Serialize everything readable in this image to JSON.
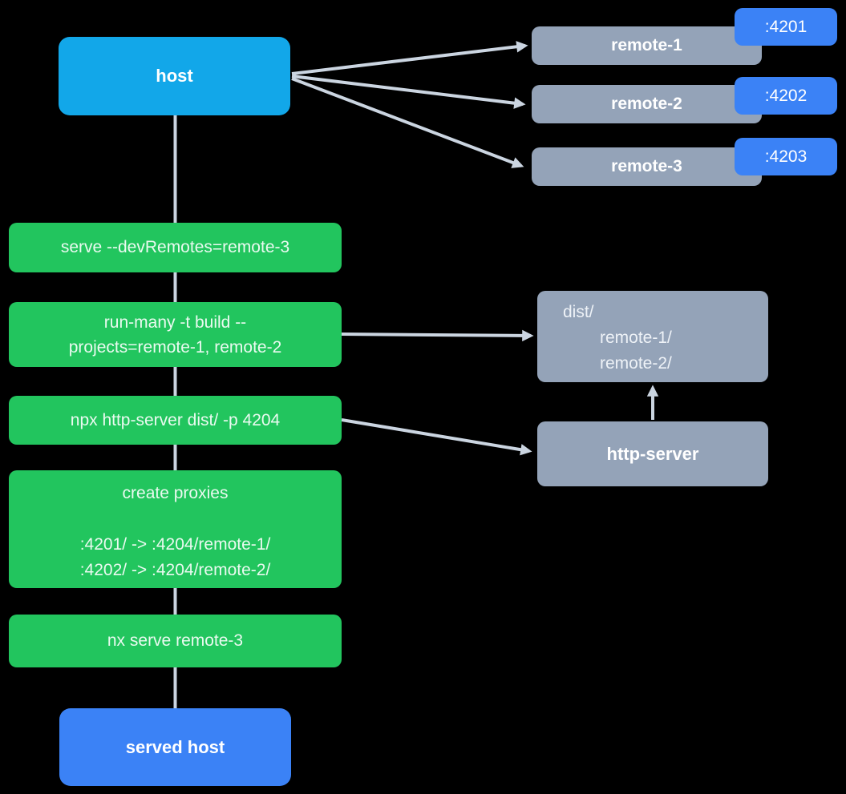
{
  "diagram": {
    "background": "#000000",
    "connector_color": "#cbd5e1"
  },
  "colors": {
    "host": "#12a7e9",
    "step": "#22c55e",
    "remote": "#94a3b8",
    "port_badge": "#3b82f6",
    "served_host": "#3b82f6"
  },
  "nodes": {
    "host": {
      "label": "host"
    },
    "remotes": [
      {
        "label": "remote-1",
        "port": ":4201"
      },
      {
        "label": "remote-2",
        "port": ":4202"
      },
      {
        "label": "remote-3",
        "port": ":4203"
      }
    ],
    "steps": {
      "serve": {
        "label": "serve --devRemotes=remote-3"
      },
      "build": {
        "lines": [
          "run-many -t build --",
          "projects=remote-1, remote-2"
        ]
      },
      "http_server_cmd": {
        "label": "npx http-server dist/ -p 4204"
      },
      "create_proxies": {
        "title": "create proxies",
        "lines": [
          ":4201/ -> :4204/remote-1/",
          ":4202/ -> :4204/remote-2/"
        ]
      },
      "serve_remote_3": {
        "label": "nx serve remote-3"
      }
    },
    "dist": {
      "title": "dist/",
      "entries": [
        "remote-1/",
        "remote-2/"
      ]
    },
    "http_server": {
      "label": "http-server"
    },
    "served_host": {
      "label": "served host"
    }
  }
}
